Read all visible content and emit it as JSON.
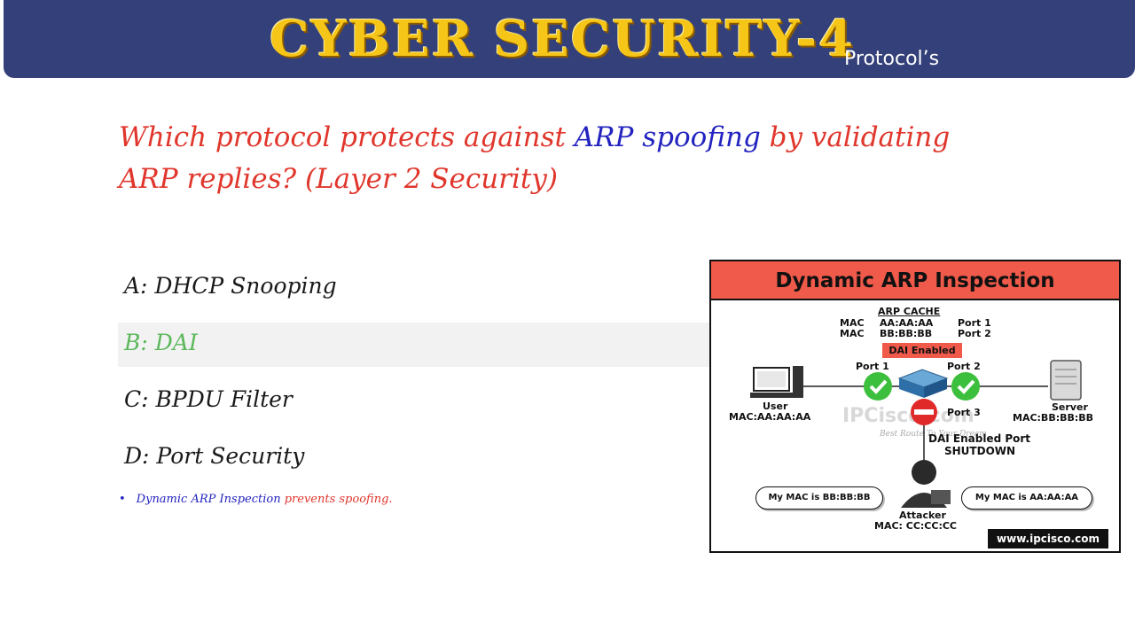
{
  "header": {
    "title": "CYBER SECURITY-4",
    "subtitle": "Protocol’s"
  },
  "question": {
    "part1": "Which protocol protects against ",
    "part2": "ARP spoofing",
    "part3": " by validating ARP replies? (Layer 2 Security)"
  },
  "options": [
    {
      "label": "A: DHCP Snooping"
    },
    {
      "label": "B: DAI"
    },
    {
      "label": "C: BPDU Filter"
    },
    {
      "label": "D: Port Security"
    }
  ],
  "note": {
    "bullet": "•",
    "blue": "Dynamic ARP Inspection",
    "red": " prevents spoofing."
  },
  "colors": {
    "banner": "#34407a",
    "title_gold": "#f5c518",
    "question_red": "#e0362c",
    "question_blue": "#2323c0",
    "correct_green": "#5cb85c",
    "diagram_red": "#f05a4a"
  },
  "diagram": {
    "title": "Dynamic ARP Inspection",
    "arp_cache_label": "ARP CACHE",
    "cache_rows": [
      {
        "mac_label": "MAC",
        "mac": "AA:AA:AA",
        "port": "Port 1"
      },
      {
        "mac_label": "MAC",
        "mac": "BB:BB:BB",
        "port": "Port 2"
      }
    ],
    "dai_enabled": "DAI Enabled",
    "port1": "Port 1",
    "port2": "Port 2",
    "port3": "Port 3",
    "user_label": "User",
    "user_mac": "MAC:AA:AA:AA",
    "server_label": "Server",
    "server_mac": "MAC:BB:BB:BB",
    "dai_port_line1": "DAI Enabled Port",
    "dai_port_line2": "SHUTDOWN",
    "attacker_label": "Attacker",
    "attacker_mac": "MAC: CC:CC:CC",
    "bubble_left": "My MAC is BB:BB:BB",
    "bubble_right": "My MAC is AA:AA:AA",
    "website": "www.ipcisco.com",
    "watermark": "IPCisco.com",
    "watermark_sub": "Best Route To Your Dream"
  }
}
